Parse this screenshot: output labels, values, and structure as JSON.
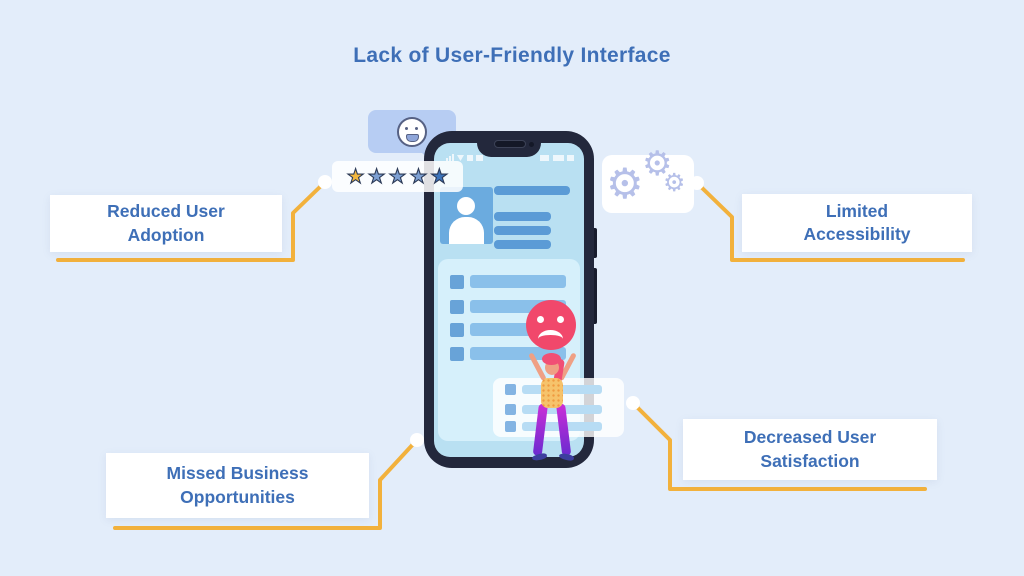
{
  "title": "Lack of User-Friendly Interface",
  "callouts": {
    "reduced_user_adoption": {
      "line1": "Reduced User",
      "line2": "Adoption"
    },
    "limited_accessibility": {
      "line1": "Limited",
      "line2": "Accessibility"
    },
    "missed_business_opportunities": {
      "line1": "Missed Business",
      "line2": "Opportunities"
    },
    "decreased_user_satisfaction": {
      "line1": "Decreased User",
      "line2": "Satisfaction"
    }
  },
  "rating": {
    "star_char": "★",
    "stars_filled": 1,
    "stars_total": 5
  },
  "icons": {
    "gear_char": "⚙"
  },
  "colors": {
    "background": "#e3edfa",
    "accent_text_blue": "#3e6fb7",
    "connector_yellow": "#f2b13c",
    "phone_frame": "#23283c",
    "phone_screen": "#b9e0f2",
    "sad_face_red": "#f1486b",
    "gear_lavender": "#b6c0e9",
    "star_active_yellow": "#f3b83f",
    "star_inactive_blue": "#7da0d3",
    "star_dark_blue": "#3d74ba"
  }
}
